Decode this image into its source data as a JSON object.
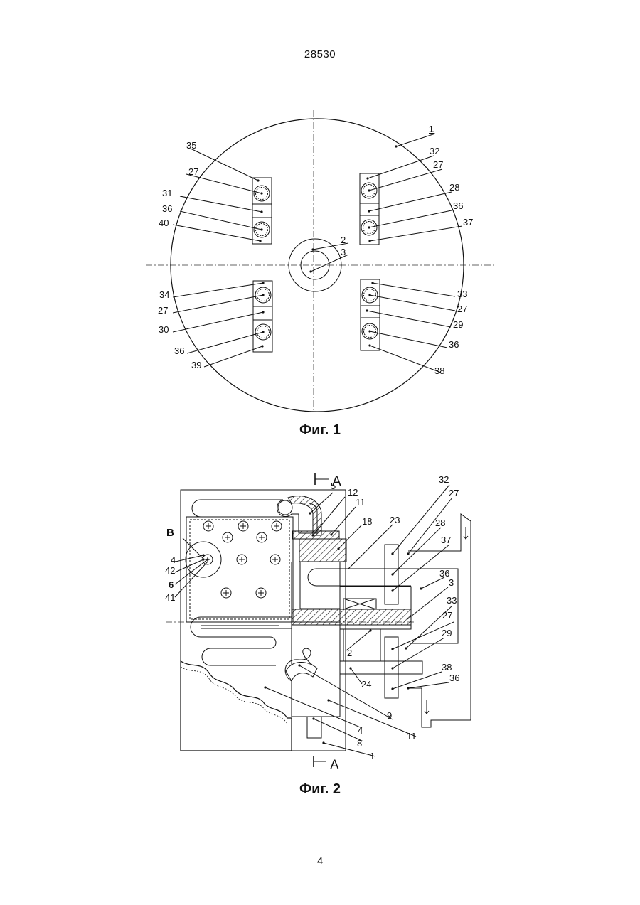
{
  "header": {
    "doc_number": "28530"
  },
  "figure1": {
    "caption": "Фиг. 1",
    "labels": {
      "l1": "1",
      "l2": "2",
      "l3": "3",
      "l35": "35",
      "l27a": "27",
      "l31": "31",
      "l36a": "36",
      "l40": "40",
      "l32": "32",
      "l27b": "27",
      "l28": "28",
      "l36b": "36",
      "l37": "37",
      "l34": "34",
      "l27c": "27",
      "l30": "30",
      "l36c": "36",
      "l39": "39",
      "l33": "33",
      "l27d": "27",
      "l29": "29",
      "l36d": "36",
      "l38": "38"
    }
  },
  "figure2": {
    "caption": "Фиг. 2",
    "labels": {
      "A_top": "А",
      "A_bot": "А",
      "B": "В",
      "l5": "5",
      "l12": "12",
      "l11a": "11",
      "l18": "18",
      "l23": "23",
      "l32": "32",
      "l27a": "27",
      "l28": "28",
      "l37": "37",
      "l36a": "36",
      "l3": "3",
      "l33": "33",
      "l27b": "27",
      "l29": "29",
      "l4a": "4",
      "l42": "42",
      "l6": "6",
      "l41": "41",
      "l2": "2",
      "l24": "24",
      "l38": "38",
      "l36b": "36",
      "l9": "9",
      "l4b": "4",
      "l8": "8",
      "l11b": "11",
      "l1": "1"
    }
  },
  "footer": {
    "page_number": "4"
  }
}
